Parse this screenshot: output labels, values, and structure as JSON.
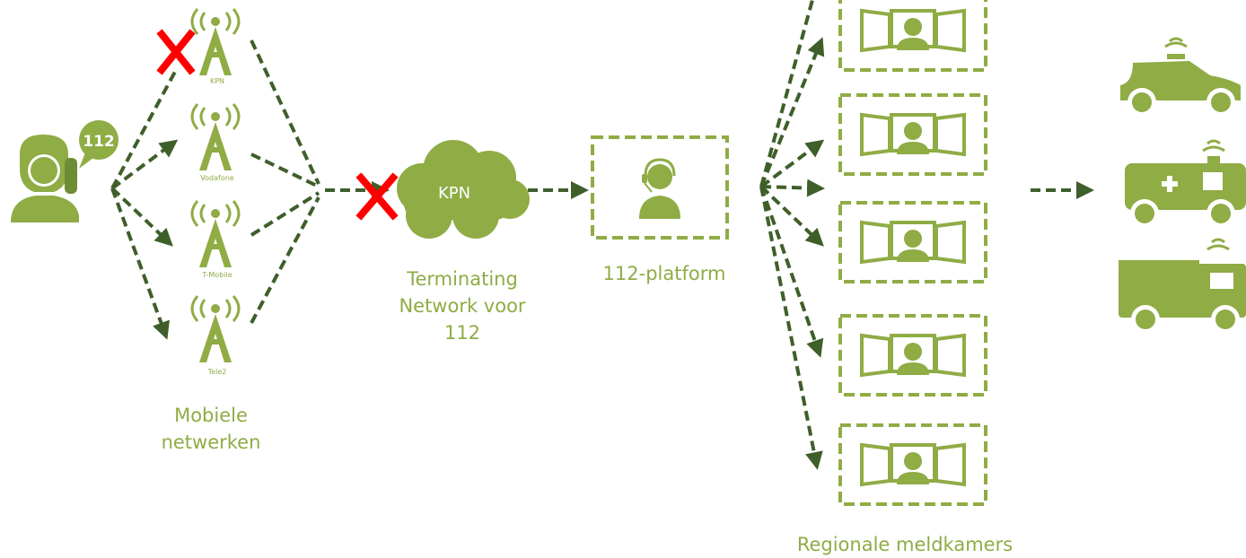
{
  "caller": {
    "badge": "112"
  },
  "towers": [
    {
      "name": "KPN",
      "failed": true
    },
    {
      "name": "Vodafone",
      "failed": false
    },
    {
      "name": "T-Mobile",
      "failed": false
    },
    {
      "name": "Tele2",
      "failed": false
    }
  ],
  "labels": {
    "mobile_networks": "Mobiele\nnetwerken",
    "terminating_network": "Terminating\nNetwork voor\n112",
    "cloud": "KPN",
    "platform": "112-platform",
    "regional_rooms": "Regionale meldkamers"
  },
  "terminating_failed": true,
  "meldkamers_count": 5,
  "vehicles": [
    "police-car-icon",
    "ambulance-icon",
    "fire-truck-icon"
  ],
  "colors": {
    "green": "#8fac45",
    "dark_green": "#3f5f2a",
    "cross": "#ff0000"
  }
}
